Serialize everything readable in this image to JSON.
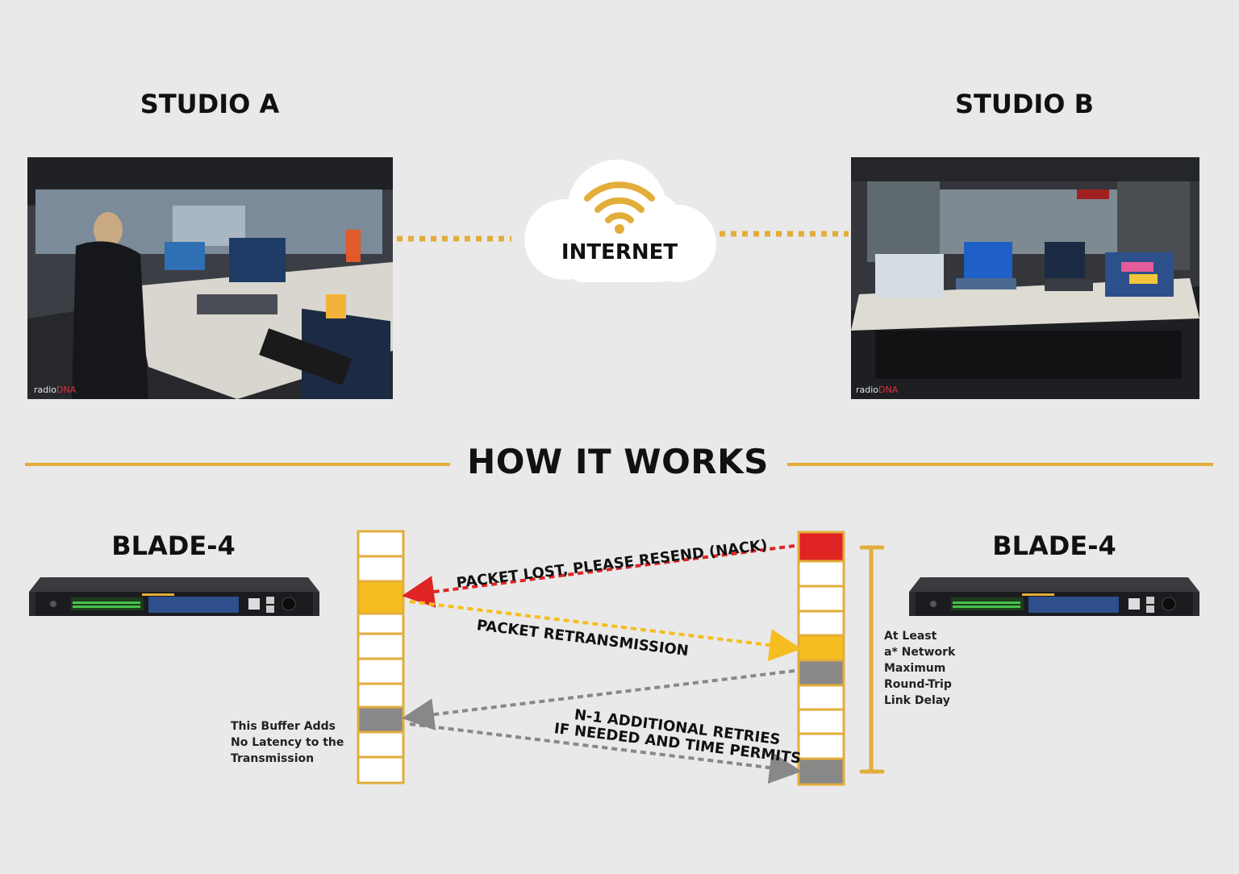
{
  "studio_a": {
    "title": "STUDIO A"
  },
  "studio_b": {
    "title": "STUDIO B"
  },
  "internet": {
    "label": "INTERNET",
    "icon": "wifi-icon"
  },
  "how_it_works": {
    "title": "HOW IT WORKS"
  },
  "blade_left": {
    "title": "BLADE-4"
  },
  "blade_right": {
    "title": "BLADE-4"
  },
  "arrows": {
    "nack": "PACKET LOST, PLEASE RESEND (NACK)",
    "retransmission": "PACKET RETRANSMISSION",
    "retries_line1": "N-1 ADDITIONAL RETRIES",
    "retries_line2": "IF NEEDED AND TIME PERMITS"
  },
  "notes": {
    "buffer_line1": "This Buffer Adds",
    "buffer_line2": "No Latency to the",
    "buffer_line3": "Transmission",
    "delay_line1": "At Least",
    "delay_line2": "a* Network",
    "delay_line3": "Maximum",
    "delay_line4": "Round-Trip",
    "delay_line5": "Link Delay"
  },
  "watermark": {
    "prefix": "radio",
    "brand": "DNA"
  },
  "colors": {
    "accent": "#e2ad3a",
    "lost": "#e02424",
    "retransmit": "#f5bd1f",
    "retry": "#888888",
    "cloud": "#ffffff",
    "background": "#e9e9e9"
  }
}
